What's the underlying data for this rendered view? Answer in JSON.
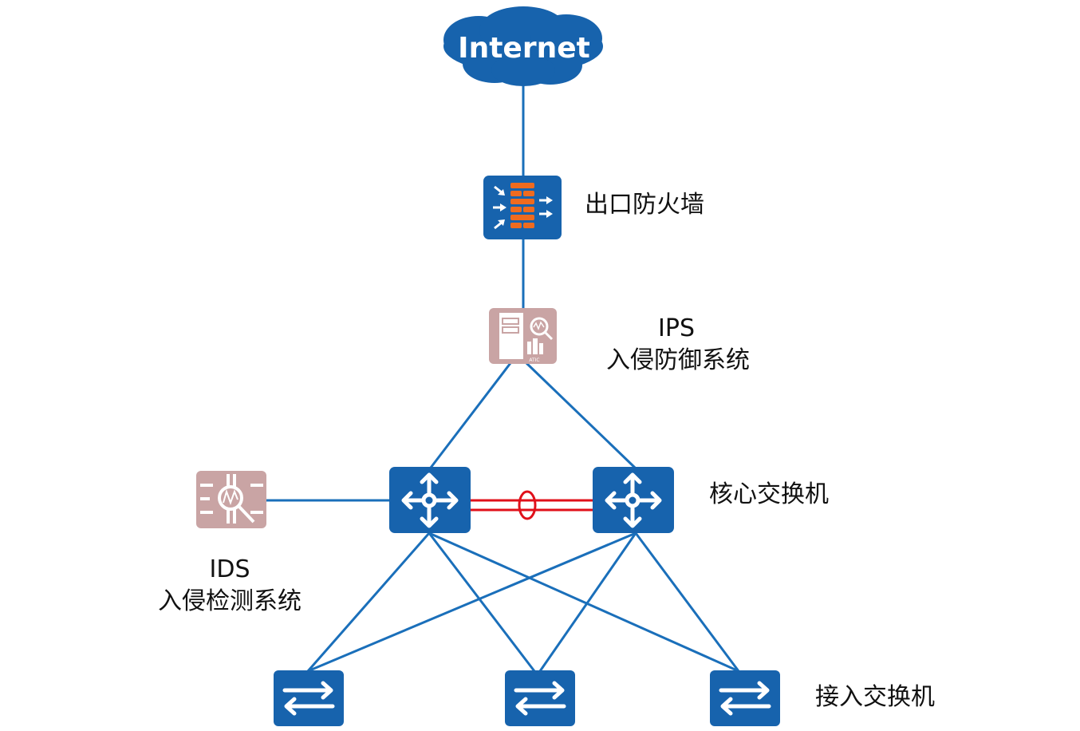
{
  "nodes": {
    "internet": {
      "label": "Internet",
      "icon": "cloud-icon"
    },
    "firewall": {
      "label": "出口防火墙",
      "icon": "firewall-icon"
    },
    "ips": {
      "title": "IPS",
      "label": "入侵防御系统",
      "icon": "ips-icon",
      "icon_text": "ATIC"
    },
    "core": {
      "label": "核心交换机",
      "icon": "core-switch-icon"
    },
    "ids": {
      "title": "IDS",
      "label": "入侵检测系统",
      "icon": "ids-icon"
    },
    "access": {
      "label": "接入交换机",
      "icon": "access-switch-icon"
    }
  },
  "colors": {
    "device_blue": "#1763ad",
    "link_blue": "#1a6fba",
    "security_pink": "#c9a4a4",
    "firewall_brick": "#ef6b1f",
    "stack_link_red": "#e0101a"
  }
}
